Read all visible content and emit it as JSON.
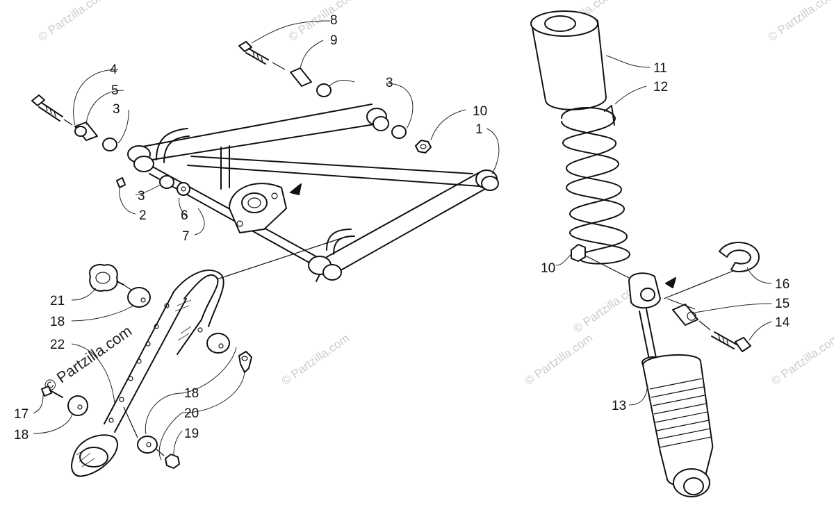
{
  "watermark": {
    "text": "© Partzilla.com",
    "color": "#cccccc"
  },
  "callouts": [
    {
      "id": "c1",
      "label": "1"
    },
    {
      "id": "c2",
      "label": "2"
    },
    {
      "id": "c3a",
      "label": "3"
    },
    {
      "id": "c3b",
      "label": "3"
    },
    {
      "id": "c3c",
      "label": "3"
    },
    {
      "id": "c4",
      "label": "4"
    },
    {
      "id": "c5",
      "label": "5"
    },
    {
      "id": "c6",
      "label": "6"
    },
    {
      "id": "c7",
      "label": "7"
    },
    {
      "id": "c8",
      "label": "8"
    },
    {
      "id": "c9",
      "label": "9"
    },
    {
      "id": "c10a",
      "label": "10"
    },
    {
      "id": "c10b",
      "label": "10"
    },
    {
      "id": "c11",
      "label": "11"
    },
    {
      "id": "c12",
      "label": "12"
    },
    {
      "id": "c13",
      "label": "13"
    },
    {
      "id": "c14",
      "label": "14"
    },
    {
      "id": "c15",
      "label": "15"
    },
    {
      "id": "c16",
      "label": "16"
    },
    {
      "id": "c17",
      "label": "17"
    },
    {
      "id": "c18a",
      "label": "18"
    },
    {
      "id": "c18b",
      "label": "18"
    },
    {
      "id": "c18c",
      "label": "18"
    },
    {
      "id": "c19",
      "label": "19"
    },
    {
      "id": "c20",
      "label": "20"
    },
    {
      "id": "c21",
      "label": "21"
    },
    {
      "id": "c22",
      "label": "22"
    }
  ]
}
